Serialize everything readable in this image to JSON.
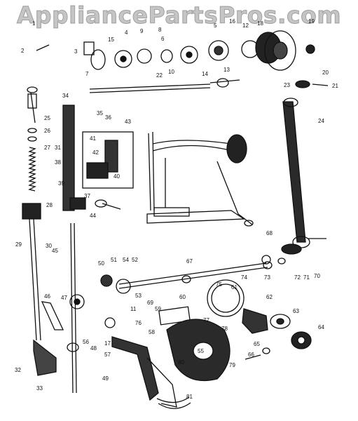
{
  "watermark": "AppliancePartsPros.com",
  "callouts": [
    "1",
    "2",
    "3",
    "4",
    "5",
    "6",
    "7",
    "8",
    "9",
    "10",
    "11",
    "12",
    "13",
    "14",
    "15",
    "16",
    "17",
    "18",
    "19",
    "20",
    "21",
    "22",
    "23",
    "24",
    "25",
    "26",
    "27",
    "28",
    "29",
    "30",
    "31",
    "32",
    "33",
    "34",
    "35",
    "36",
    "37",
    "38",
    "39",
    "40",
    "41",
    "42",
    "43",
    "44",
    "45",
    "46",
    "47",
    "48",
    "49",
    "50",
    "51",
    "52",
    "53",
    "54",
    "55",
    "56",
    "57",
    "58",
    "59",
    "60",
    "61",
    "62",
    "63",
    "64",
    "65",
    "66",
    "67",
    "68",
    "69",
    "70",
    "71",
    "72",
    "73",
    "74",
    "75",
    "76",
    "77",
    "78",
    "79",
    "80",
    "81"
  ]
}
